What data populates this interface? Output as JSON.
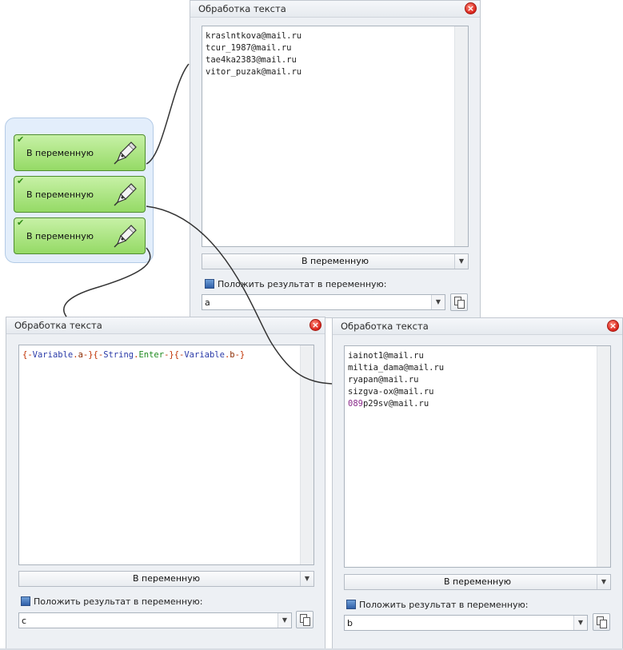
{
  "colors": {
    "action_fill": "#95da66",
    "group_bg": "#e3eefb",
    "close_red": "#d9221a"
  },
  "group": {
    "actions": [
      {
        "label": "В переменную"
      },
      {
        "label": "В переменную"
      },
      {
        "label": "В переменную"
      }
    ]
  },
  "window_a": {
    "title": "Обработка текста",
    "lines": [
      "kraslntkova@mail.ru",
      "tcur_1987@mail.ru",
      "tae4ka2383@mail.ru",
      "vitor_puzak@mail.ru"
    ],
    "mode": "В переменную",
    "checkbox_label": "Положить результат в переменную:",
    "variable": "a"
  },
  "window_c": {
    "title": "Обработка текста",
    "template": {
      "p1": "{-",
      "p2": "Variable",
      "p3": ".",
      "p4": "a",
      "p5": "-}{-",
      "p6": "String",
      "p7": ".",
      "p8": "Enter",
      "p9": "-}{-",
      "p10": "Variable",
      "p11": ".",
      "p12": "b",
      "p13": "-}"
    },
    "mode": "В переменную",
    "checkbox_label": "Положить результат в переменную:",
    "variable": "c"
  },
  "window_b": {
    "title": "Обработка текста",
    "lines": [
      "iainot1@mail.ru",
      "miltia_dama@mail.ru",
      "ryapan@mail.ru",
      "sizgva-ox@mail.ru"
    ],
    "last_line_prefix": "089",
    "last_line_rest": "p29sv@mail.ru",
    "mode": "В переменную",
    "checkbox_label": "Положить результат в переменную:",
    "variable": "b"
  }
}
